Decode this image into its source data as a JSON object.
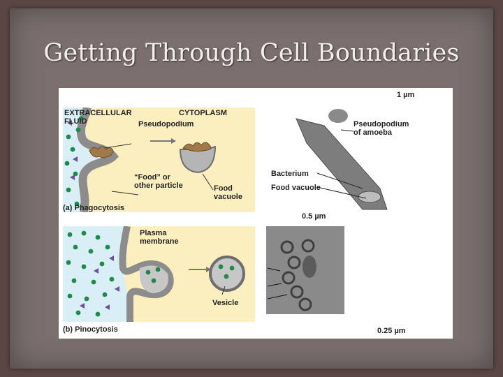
{
  "slide": {
    "title": "Getting Through Cell Boundaries"
  },
  "figure": {
    "extracellular_fluid": "EXTRACELLULAR FLUID",
    "extracellular_line1": "EXTRACELLULAR",
    "extracellular_line2": "FLUID",
    "cytoplasm": "CYTOPLASM",
    "pseudopodium": "Pseudopodium",
    "food_line1": "“Food” or",
    "food_line2": "other particle",
    "food_vacuole_line1": "Food",
    "food_vacuole_line2": "vacuole",
    "caption_a": "(a) Phagocytosis",
    "plasma_line1": "Plasma",
    "plasma_line2": "membrane",
    "vesicle": "Vesicle",
    "caption_b": "(b) Pinocytosis",
    "scale_1um": "1 µm",
    "pseudopodium_amoeba_line1": "Pseudopodium",
    "pseudopodium_amoeba_line2": "of amoeba",
    "bacterium": "Bacterium",
    "food_vacuole_micro": "Food vacuole",
    "scale_05um": "0.5 µm",
    "scale_025um": "0.25 µm"
  },
  "colors": {
    "panel_background": "#fbefc0",
    "particle_green": "#1f8a4c",
    "particle_purple": "#6a4fa3",
    "membrane_gray": "#8c8c8c"
  }
}
